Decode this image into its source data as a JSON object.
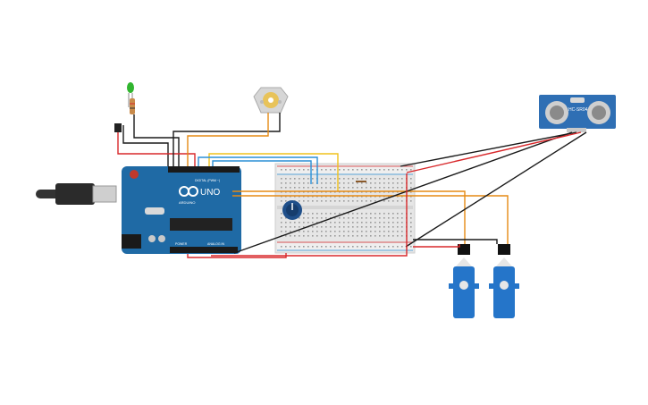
{
  "arduino": {
    "logo": "UNO",
    "brand": "ARDUINO",
    "digital_label": "DIGITAL (PWM ~)",
    "analog_label": "ANALOG IN",
    "power_label": "POWER"
  },
  "ultrasonic": {
    "label": "HC-SR04"
  },
  "colors": {
    "board": "#1f6aa5",
    "breadboard": "#e4e4e4",
    "wire_black": "#1a1a1a",
    "wire_red": "#d8282b",
    "wire_orange": "#e58a14",
    "wire_blue": "#2a8fd6",
    "wire_yellow": "#f1c21b",
    "led": "#31b52f",
    "servo": "#2575c9",
    "sensor": "#2f6fb4"
  },
  "icons": {
    "led": "led-icon",
    "motor": "dc-motor-icon",
    "potentiometer": "potentiometer-icon",
    "sensor": "ultrasonic-sensor-icon",
    "servo": "servo-icon"
  }
}
